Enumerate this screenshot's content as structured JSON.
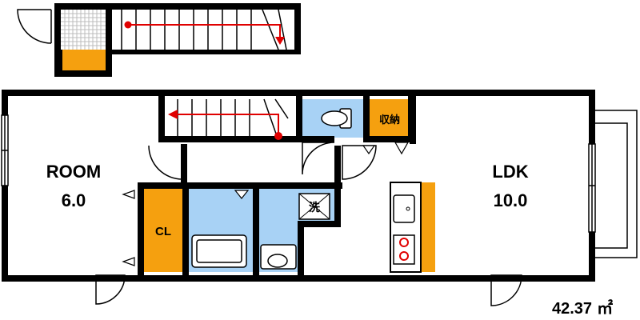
{
  "rooms": {
    "room": {
      "name": "ROOM",
      "size": "6.0"
    },
    "ldk": {
      "name": "LDK",
      "size": "10.0"
    },
    "closet": {
      "label": "CL"
    },
    "storage": {
      "label": "収納"
    },
    "laundry": {
      "label": "洗"
    }
  },
  "area": {
    "value": "42.37",
    "unit": "㎡"
  },
  "colors": {
    "wall": "#000000",
    "wet_area": "#a8d2f5",
    "storage": "#f5a00f",
    "stair_arrow": "#e00000",
    "stair_grid": "#c0c0c0"
  },
  "icons": {
    "stove": "two-burner-stove-icon",
    "sink": "kitchen-sink-icon",
    "toilet": "toilet-icon",
    "bathtub": "bathtub-icon",
    "washbasin": "washbasin-icon",
    "washer": "washing-machine-drain-icon"
  }
}
